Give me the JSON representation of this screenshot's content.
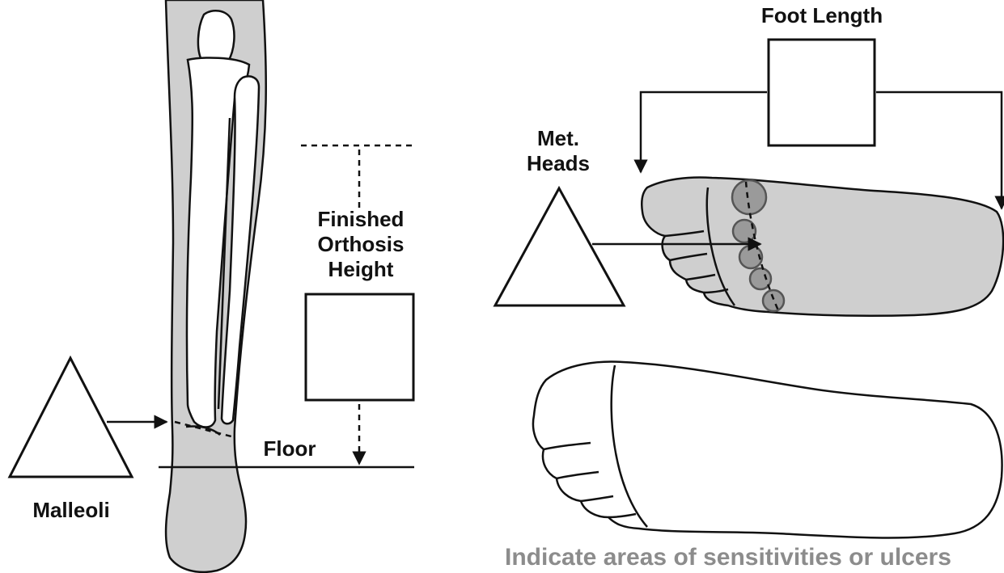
{
  "labels": {
    "foot_length": "Foot Length",
    "met_heads_line1": "Met.",
    "met_heads_line2": "Heads",
    "finished_line1": "Finished",
    "finished_line2": "Orthosis",
    "finished_line3": "Height",
    "floor": "Floor",
    "malleoli": "Malleoli"
  },
  "note": "Indicate areas of sensitivities or ulcers",
  "colors": {
    "skin": "#cfcfcf",
    "bone": "#ffffff",
    "ink": "#111111",
    "note_text": "#8c8c8c",
    "met_circle": "#9a9a9a"
  }
}
